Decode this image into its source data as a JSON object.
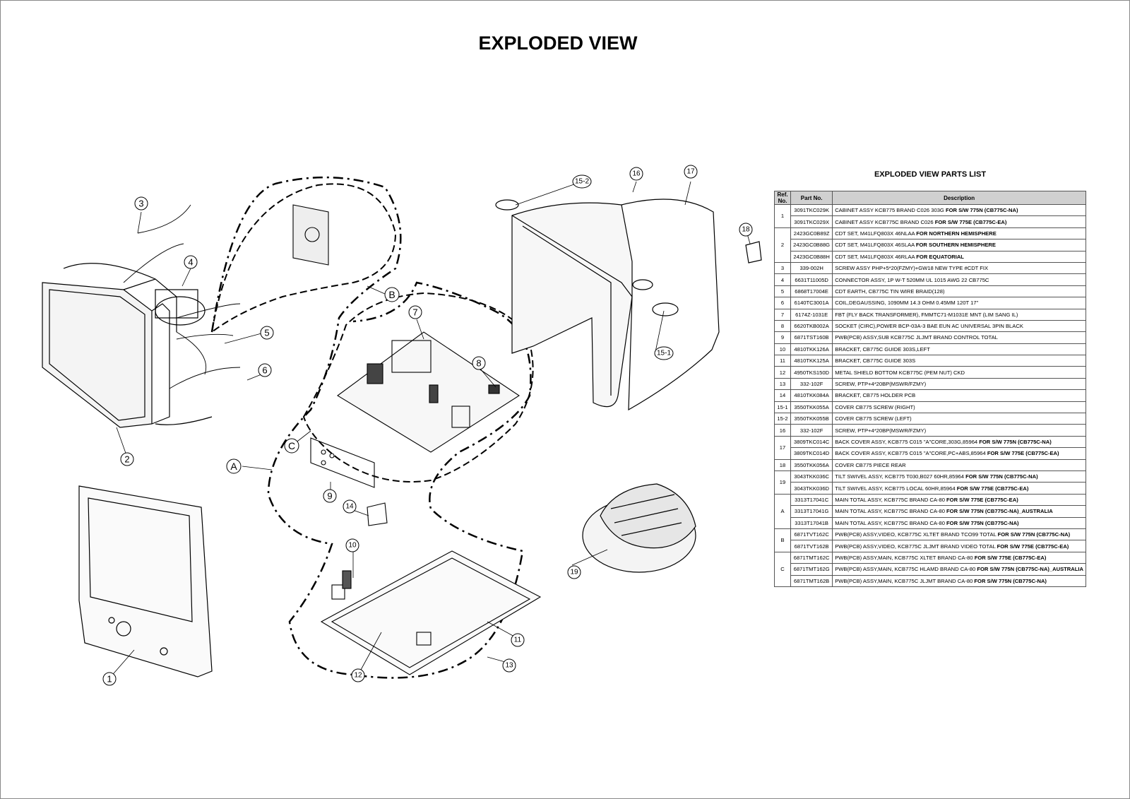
{
  "title": "EXPLODED VIEW",
  "parts_list_title": "EXPLODED VIEW PARTS LIST",
  "columns": [
    "Ref. No.",
    "Part No.",
    "Description"
  ],
  "callouts": [
    "1",
    "2",
    "3",
    "4",
    "5",
    "6",
    "7",
    "8",
    "9",
    "10",
    "11",
    "12",
    "13",
    "14",
    "15-1",
    "15-2",
    "16",
    "17",
    "18",
    "19",
    "A",
    "B",
    "C"
  ],
  "rows": [
    {
      "ref": "1",
      "span": 2,
      "pn": "3091TKC029K",
      "desc": "CABINET ASSY KCB775 BRAND C026 303G ",
      "bold": "FOR S/W 775N (CB775C-NA)"
    },
    {
      "pn": "3091TKC029X",
      "desc": "CABINET ASSY KCB775C BRAND C026 ",
      "bold": "FOR S/W 775E (CB775C-EA)"
    },
    {
      "ref": "2",
      "span": 3,
      "pn": "2423GC0B89Z",
      "desc": "CDT SET, M41LFQ803X 46NLAA ",
      "bold": "FOR NORTHERN HEMISPHERE"
    },
    {
      "pn": "2423GC0B88G",
      "desc": "CDT SET, M41LFQ803X 46SLAA ",
      "bold": "FOR SOUTHERN HEMISPHERE"
    },
    {
      "pn": "2423GC0B88H",
      "desc": "CDT SET, M41LFQ803X 46RLAA ",
      "bold": "FOR EQUATORIAL"
    },
    {
      "ref": "3",
      "pn": "339-002H",
      "desc": "SCREW ASSY   PHP+5*20(FZMY)+GW18 NEW TYPE      #CDT FIX",
      "bold": ""
    },
    {
      "ref": "4",
      "pn": "6631T11005D",
      "desc": "CONNECTOR ASSY, 1P W-T 520MM UL 1015 AWG 22 CB775C",
      "bold": ""
    },
    {
      "ref": "5",
      "pn": "6868T17004E",
      "desc": "CDT EARTH, CB775C TIN WIRE BRAID(128)",
      "bold": ""
    },
    {
      "ref": "6",
      "pn": "6140TC3001A",
      "desc": "COIL,DEGAUSSING, 1090MM 14.3 OHM 0.45MM 120T 17\"",
      "bold": ""
    },
    {
      "ref": "7",
      "pn": "6174Z-1031E",
      "desc": "FBT (FLY BACK TRANSFORMER), FMMTC71-M1031E MNT (LIM SANG IL)",
      "bold": ""
    },
    {
      "ref": "8",
      "pn": "6620TKB002A",
      "desc": "SOCKET (CIRC),POWER BCP-03A-3 BAE EUN AC UNIVERSAL 3PIN BLACK",
      "bold": ""
    },
    {
      "ref": "9",
      "pn": "6871TST160B",
      "desc": "PWB(PCB) ASSY,SUB KCB775C JLJMT BRAND CONTROL TOTAL",
      "bold": ""
    },
    {
      "ref": "10",
      "pn": "4810TKK126A",
      "desc": "BRACKET, CB775C GUIDE 303S,LEFT",
      "bold": ""
    },
    {
      "ref": "11",
      "pn": "4810TKK125A",
      "desc": "BRACKET, CB775C GUIDE 303S",
      "bold": ""
    },
    {
      "ref": "12",
      "pn": "4950TKS150D",
      "desc": "METAL SHIELD BOTTOM KCB775C (PEM NUT) CKD",
      "bold": ""
    },
    {
      "ref": "13",
      "pn": "332-102F",
      "desc": "SCREW, PTP+4*20BP(MSWR/FZMY)",
      "bold": ""
    },
    {
      "ref": "14",
      "pn": "4810TKK084A",
      "desc": "BRACKET, CB775 HOLDER PCB",
      "bold": ""
    },
    {
      "ref": "15-1",
      "pn": "3550TKK055A",
      "desc": "COVER CB775 SCREW (RIGHT)",
      "bold": ""
    },
    {
      "ref": "15-2",
      "pn": "3550TKK055B",
      "desc": "COVER CB775 SCREW (LEFT)",
      "bold": ""
    },
    {
      "ref": "16",
      "pn": "332-102F",
      "desc": "SCREW, PTP+4*20BP(MSWR/FZMY)",
      "bold": ""
    },
    {
      "ref": "17",
      "span": 2,
      "pn": "3809TKC014C",
      "desc": "BACK COVER ASSY, KCB775 C015 \"A\"CORE,303G,85964 ",
      "bold": "FOR S/W 775N (CB775C-NA)"
    },
    {
      "pn": "3809TKC014D",
      "desc": "BACK COVER ASSY, KCB775 C015 \"A\"CORE,PC+ABS,85964 ",
      "bold": "FOR S/W 775E (CB775C-EA)"
    },
    {
      "ref": "18",
      "pn": "3550TKK056A",
      "desc": "COVER CB775 PIECE REAR",
      "bold": ""
    },
    {
      "ref": "19",
      "span": 2,
      "pn": "3043TKK036C",
      "desc": "TILT SWIVEL ASSY, KCB775 T030,B027 60HR,85964 ",
      "bold": "FOR S/W 775N (CB775C-NA)"
    },
    {
      "pn": "3043TKK036D",
      "desc": "TILT SWIVEL ASSY, KCB775 LOCAL 60HR,85964 ",
      "bold": "FOR S/W 775E (CB775C-EA)"
    },
    {
      "ref": "A",
      "span": 3,
      "pn": "3313T17041C",
      "desc": "MAIN TOTAL ASSY, KCB775C BRAND CA-80 ",
      "bold": "FOR S/W 775E (CB775C-EA)"
    },
    {
      "pn": "3313T17041G",
      "desc": "MAIN TOTAL ASSY, KCB775C BRAND CA-80 ",
      "bold": "FOR S/W 775N (CB775C-NA)_AUSTRALIA"
    },
    {
      "pn": "3313T17041B",
      "desc": "MAIN TOTAL ASSY, KCB775C BRAND CA-80 ",
      "bold": "FOR S/W 775N (CB775C-NA)"
    },
    {
      "ref": "B",
      "span": 2,
      "pn": "6871TVT162C",
      "desc": "PWB(PCB) ASSY,VIDEO, KCB775C XLTET BRAND TCO99 TOTAL ",
      "bold": "FOR S/W 775N (CB775C-NA)"
    },
    {
      "pn": "6871TVT162B",
      "desc": "PWB(PCB) ASSY,VIDEO, KCB775C JLJMT BRAND VIDEO TOTAL ",
      "bold": "FOR S/W 775E (CB775C-EA)"
    },
    {
      "ref": "C",
      "span": 3,
      "pn": "6871TMT162C",
      "desc": "PWB(PCB) ASSY,MAIN, KCB775C XLTET BRAND CA-80 ",
      "bold": "FOR S/W 775E (CB775C-EA)"
    },
    {
      "pn": "6871TMT162G",
      "desc": "PWB(PCB) ASSY,MAIN, KCB775C HLAMD BRAND CA-80 ",
      "bold": "FOR S/W 775N (CB775C-NA)_AUSTRALIA"
    },
    {
      "pn": "6871TMT162B",
      "desc": "PWB(PCB) ASSY,MAIN, KCB775C JLJMT BRAND CA-80 ",
      "bold": "FOR S/W 775N (CB775C-NA)"
    }
  ]
}
